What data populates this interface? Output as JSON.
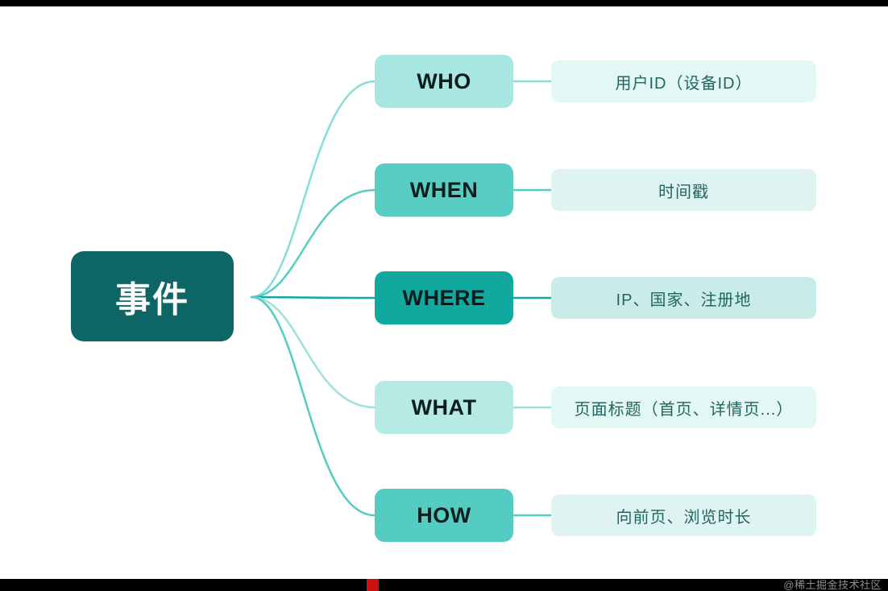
{
  "page": {
    "background": "#ffffff",
    "watermark": "@稀土掘金技术社区",
    "top_bar_color": "#000000",
    "bottom_bar_color": "#000000",
    "red_mark_color": "#cc1111"
  },
  "mindmap": {
    "root": {
      "label": "事件",
      "color": "#0d6565",
      "text_color": "#ffffff"
    },
    "branches": [
      {
        "id": "who",
        "label": "WHO",
        "value": "用户ID（设备ID）",
        "node_color": "#a7e6e1",
        "line_color": "#86ded7",
        "value_bg": "#e3f7f5"
      },
      {
        "id": "when",
        "label": "WHEN",
        "value": "时间戳",
        "node_color": "#58cdc3",
        "line_color": "#58cdc3",
        "value_bg": "#dff4f2"
      },
      {
        "id": "where",
        "label": "WHERE",
        "value": "IP、国家、注册地",
        "node_color": "#10a89f",
        "line_color": "#10a89f",
        "value_bg": "#c9ece9"
      },
      {
        "id": "what",
        "label": "WHAT",
        "value": "页面标题（首页、详情页...）",
        "node_color": "#b5eae5",
        "line_color": "#9ae2db",
        "value_bg": "#e3f7f5"
      },
      {
        "id": "how",
        "label": "HOW",
        "value": "向前页、浏览时长",
        "node_color": "#55ccc2",
        "line_color": "#55ccc2",
        "value_bg": "#dff4f2"
      }
    ],
    "branch_text_color": "#0c1d1d",
    "value_text_color": "#23655f"
  }
}
